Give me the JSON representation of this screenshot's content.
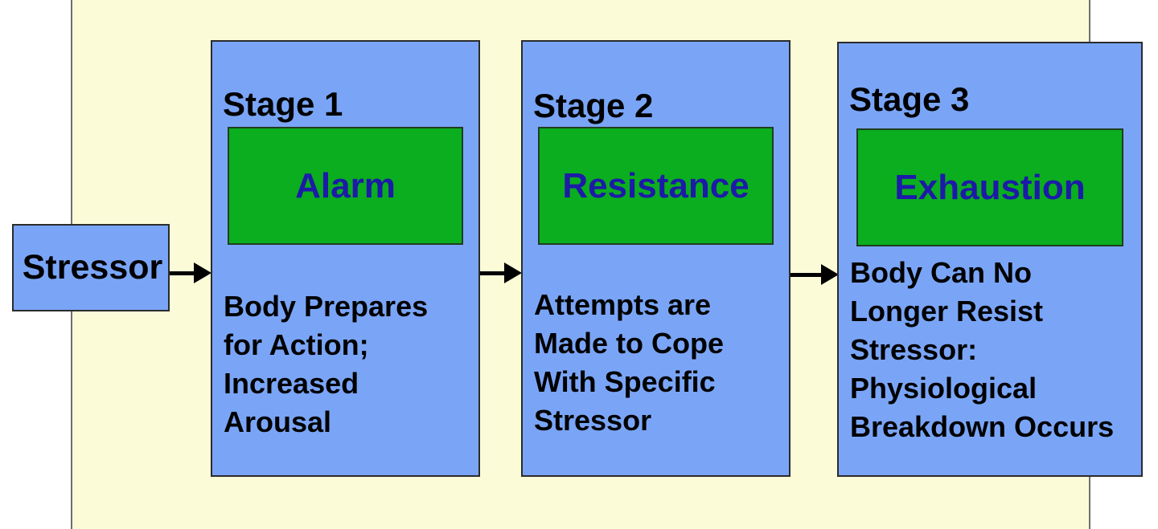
{
  "diagram": {
    "colors": {
      "background_panel": "#fcfbd8",
      "box_fill": "#7aa5f7",
      "stage_name_fill": "#0aae1e",
      "stage_name_text": "#1d1aa8",
      "arrow": "#000000"
    },
    "stressor": {
      "label": "Stressor"
    },
    "stages": [
      {
        "title": "Stage 1",
        "name": "Alarm",
        "description": "Body Prepares\nfor Action;\nIncreased\nArousal"
      },
      {
        "title": "Stage 2",
        "name": "Resistance",
        "description": "Attempts are\nMade to Cope\nWith Specific\nStressor"
      },
      {
        "title": "Stage 3",
        "name": "Exhaustion",
        "description": "Body Can No\nLonger Resist\nStressor:\nPhysiological\nBreakdown Occurs"
      }
    ]
  }
}
